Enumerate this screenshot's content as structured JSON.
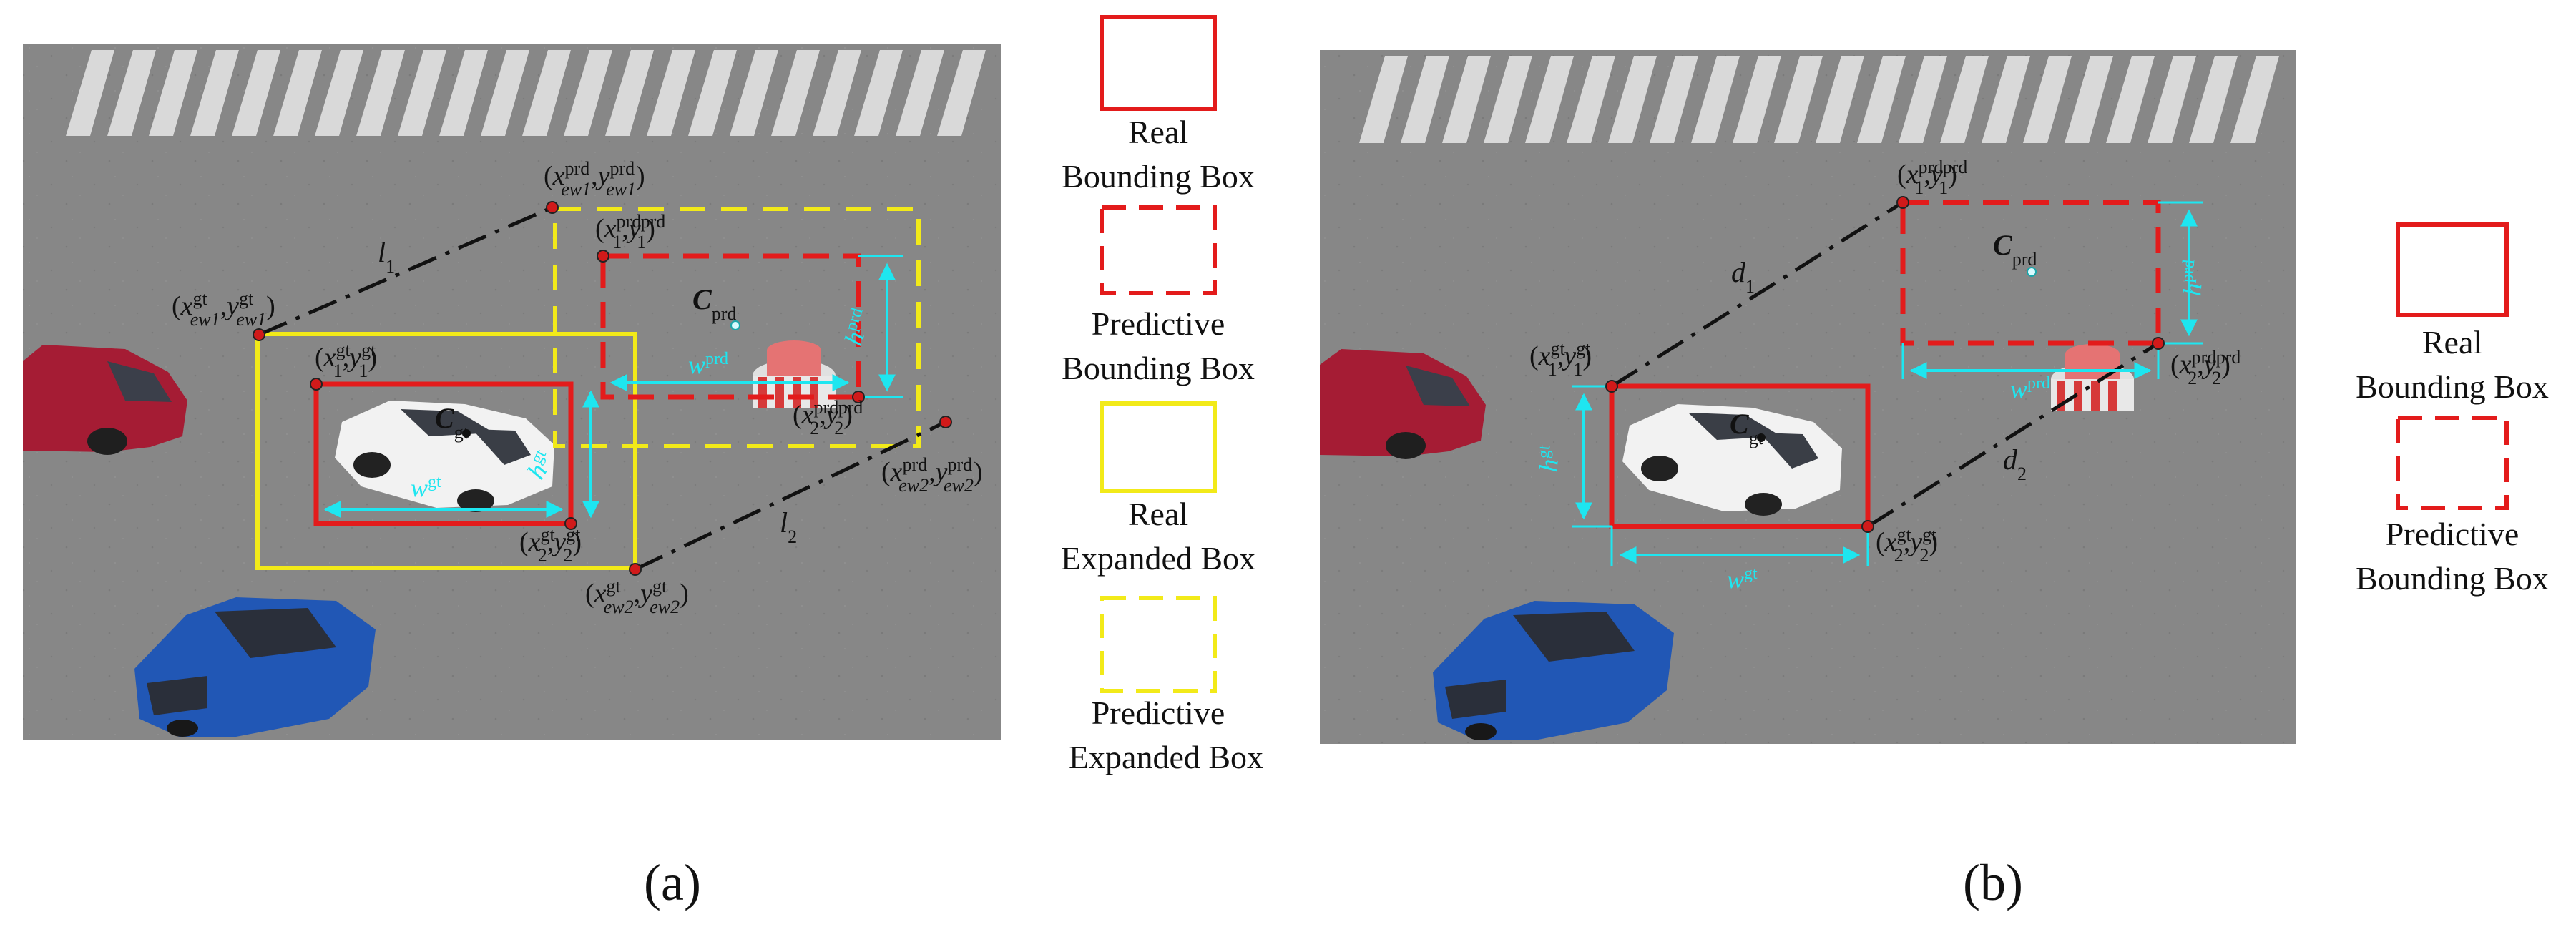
{
  "panel_a": {
    "caption": "(a)",
    "point_labels": {
      "ew1_prd": {
        "x": "x",
        "sup_x": "prd",
        "sub_x": "ew1",
        "y": "y",
        "sup_y": "prd",
        "sub_y": "ew1"
      },
      "p1_prd": {
        "x": "x",
        "sup_x": "prd",
        "sub_x": "1",
        "y": "y",
        "sup_y": "prd",
        "sub_y": "1"
      },
      "ew1_gt": {
        "x": "x",
        "sup_x": "gt",
        "sub_x": "ew1",
        "y": "y",
        "sup_y": "gt",
        "sub_y": "ew1"
      },
      "p1_gt": {
        "x": "x",
        "sup_x": "gt",
        "sub_x": "1",
        "y": "y",
        "sup_y": "gt",
        "sub_y": "1"
      },
      "p2_prd": {
        "x": "x",
        "sup_x": "prd",
        "sub_x": "2",
        "y": "y",
        "sup_y": "prd",
        "sub_y": "2"
      },
      "ew2_prd": {
        "x": "x",
        "sup_x": "prd",
        "sub_x": "ew2",
        "y": "y",
        "sup_y": "prd",
        "sub_y": "ew2"
      },
      "p2_gt": {
        "x": "x",
        "sup_x": "gt",
        "sub_x": "2",
        "y": "y",
        "sup_y": "gt",
        "sub_y": "2"
      },
      "ew2_gt": {
        "x": "x",
        "sup_x": "gt",
        "sub_x": "ew2",
        "y": "y",
        "sup_y": "gt",
        "sub_y": "ew2"
      }
    },
    "l1": {
      "base": "l",
      "sub": "1"
    },
    "l2": {
      "base": "l",
      "sub": "2"
    },
    "c_gt": {
      "base": "C",
      "sub": "gt"
    },
    "c_prd": {
      "base": "C",
      "sub": "prd"
    },
    "w_gt": {
      "base": "w",
      "sup": "gt"
    },
    "h_gt": {
      "base": "h",
      "sup": "gt"
    },
    "w_prd": {
      "base": "w",
      "sup": "prd"
    },
    "h_prd": {
      "base": "h",
      "sup": "prd"
    }
  },
  "legend_a": [
    {
      "line1": "Real",
      "line2": "Bounding Box",
      "color": "#e31b1b",
      "dashed": false
    },
    {
      "line1": "Predictive",
      "line2": "Bounding Box",
      "color": "#e31b1b",
      "dashed": true
    },
    {
      "line1": "Real",
      "line2": "Expanded Box",
      "color": "#f2ea19",
      "dashed": false
    },
    {
      "line1": "Predictive",
      "line2": "Expanded  Box",
      "color": "#f2ea19",
      "dashed": true
    }
  ],
  "panel_b": {
    "caption": "(b)",
    "point_labels": {
      "p1_prd": {
        "x": "x",
        "sup_x": "prd",
        "sub_x": "1",
        "y": "y",
        "sup_y": "prd",
        "sub_y": "1"
      },
      "p1_gt": {
        "x": "x",
        "sup_x": "gt",
        "sub_x": "1",
        "y": "y",
        "sup_y": "gt",
        "sub_y": "1"
      },
      "p2_prd": {
        "x": "x",
        "sup_x": "prd",
        "sub_x": "2",
        "y": "y",
        "sup_y": "prd",
        "sub_y": "2"
      },
      "p2_gt": {
        "x": "x",
        "sup_x": "gt",
        "sub_x": "2",
        "y": "y",
        "sup_y": "gt",
        "sub_y": "2"
      }
    },
    "d1": {
      "base": "d",
      "sub": "1"
    },
    "d2": {
      "base": "d",
      "sub": "2"
    },
    "c_gt": {
      "base": "C",
      "sub": "gt"
    },
    "c_prd": {
      "base": "C",
      "sub": "prd"
    },
    "w_gt": {
      "base": "w",
      "sup": "gt"
    },
    "h_gt": {
      "base": "h",
      "sup": "gt"
    },
    "w_prd": {
      "base": "w",
      "sup": "prd"
    },
    "h_prd": {
      "base": "h",
      "sup": "prd"
    }
  },
  "legend_b": [
    {
      "line1": "Real",
      "line2": "Bounding Box",
      "color": "#e31b1b",
      "dashed": false
    },
    {
      "line1": "Predictive",
      "line2": "Bounding Box",
      "color": "#e31b1b",
      "dashed": true
    }
  ],
  "colors": {
    "red": "#e31b1b",
    "yellow": "#f2ea19",
    "cyan": "#1ee6f0",
    "road": "#858585"
  }
}
